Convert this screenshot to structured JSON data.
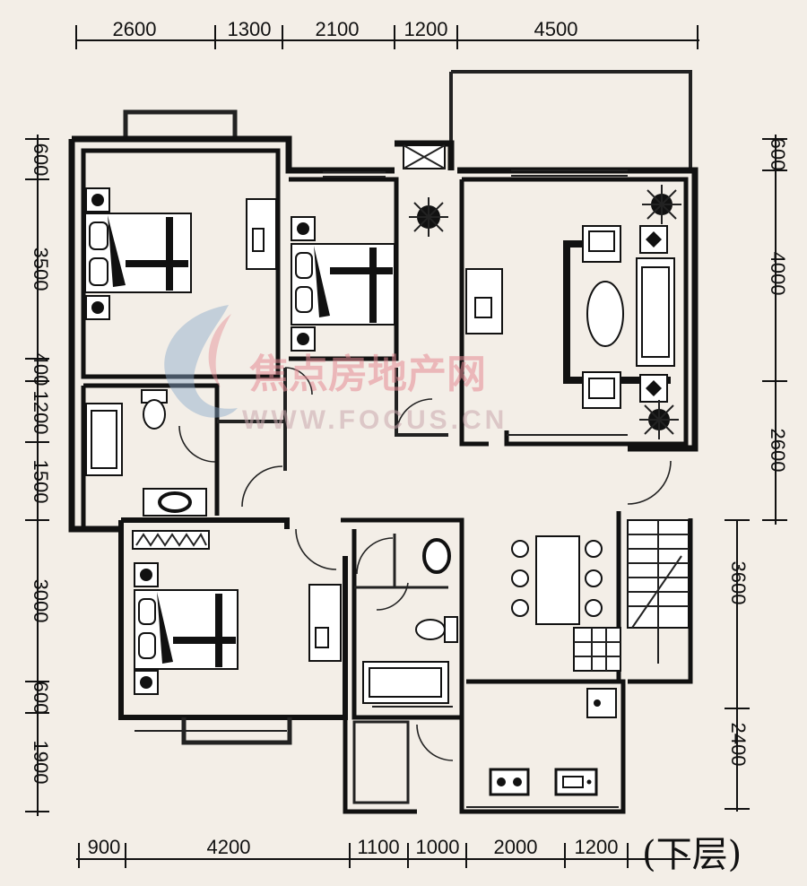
{
  "dims": {
    "top": [
      "2600",
      "1300",
      "2100",
      "1200",
      "4500"
    ],
    "bottom": [
      "900",
      "4200",
      "1100",
      "1000",
      "2000",
      "1200"
    ],
    "left": [
      "600",
      "3500",
      "400",
      "1200",
      "1500",
      "3000",
      "600",
      "1900"
    ],
    "right": [
      "600",
      "4000",
      "2600",
      "3600",
      "2400"
    ]
  },
  "watermark": {
    "cn": "焦点房地产网",
    "url": "WWW.FOCUS.CN"
  },
  "caption": "(下层)"
}
